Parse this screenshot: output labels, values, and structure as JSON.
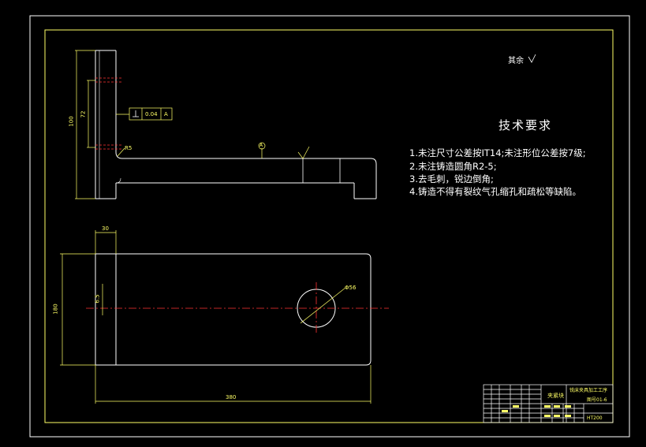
{
  "colors": {
    "background": "#000000",
    "border": "#ffffff",
    "outline": "#ffffff",
    "center_line": "#ff3333",
    "dimension": "#ffff66",
    "hidden": "#ff3333"
  },
  "drawing": {
    "rough_note": "其余",
    "tech_title": "技术要求",
    "tech_notes": [
      "1.未注尺寸公差按IT14;未注形位公差按7级;",
      "2.未注铸造圆角R2-5;",
      "3.去毛刺，锐边倒角;",
      "4.铸造不得有裂纹气孔缩孔和疏松等缺陷。"
    ],
    "dims": {
      "height_total": "100",
      "height_inner": "72",
      "top_thickness": "30",
      "width_total": "380",
      "depth_total": "180",
      "hole_dia": "Φ56",
      "radius": "R5",
      "tol_value": "0.04",
      "tol_datum": "A",
      "center_offset": "6.5"
    },
    "title_block": {
      "cell_a": "夹紧块",
      "cell_b": "铣床夹具加工工序",
      "cell_c": "图号01-6",
      "cell_d": "HT200"
    }
  }
}
